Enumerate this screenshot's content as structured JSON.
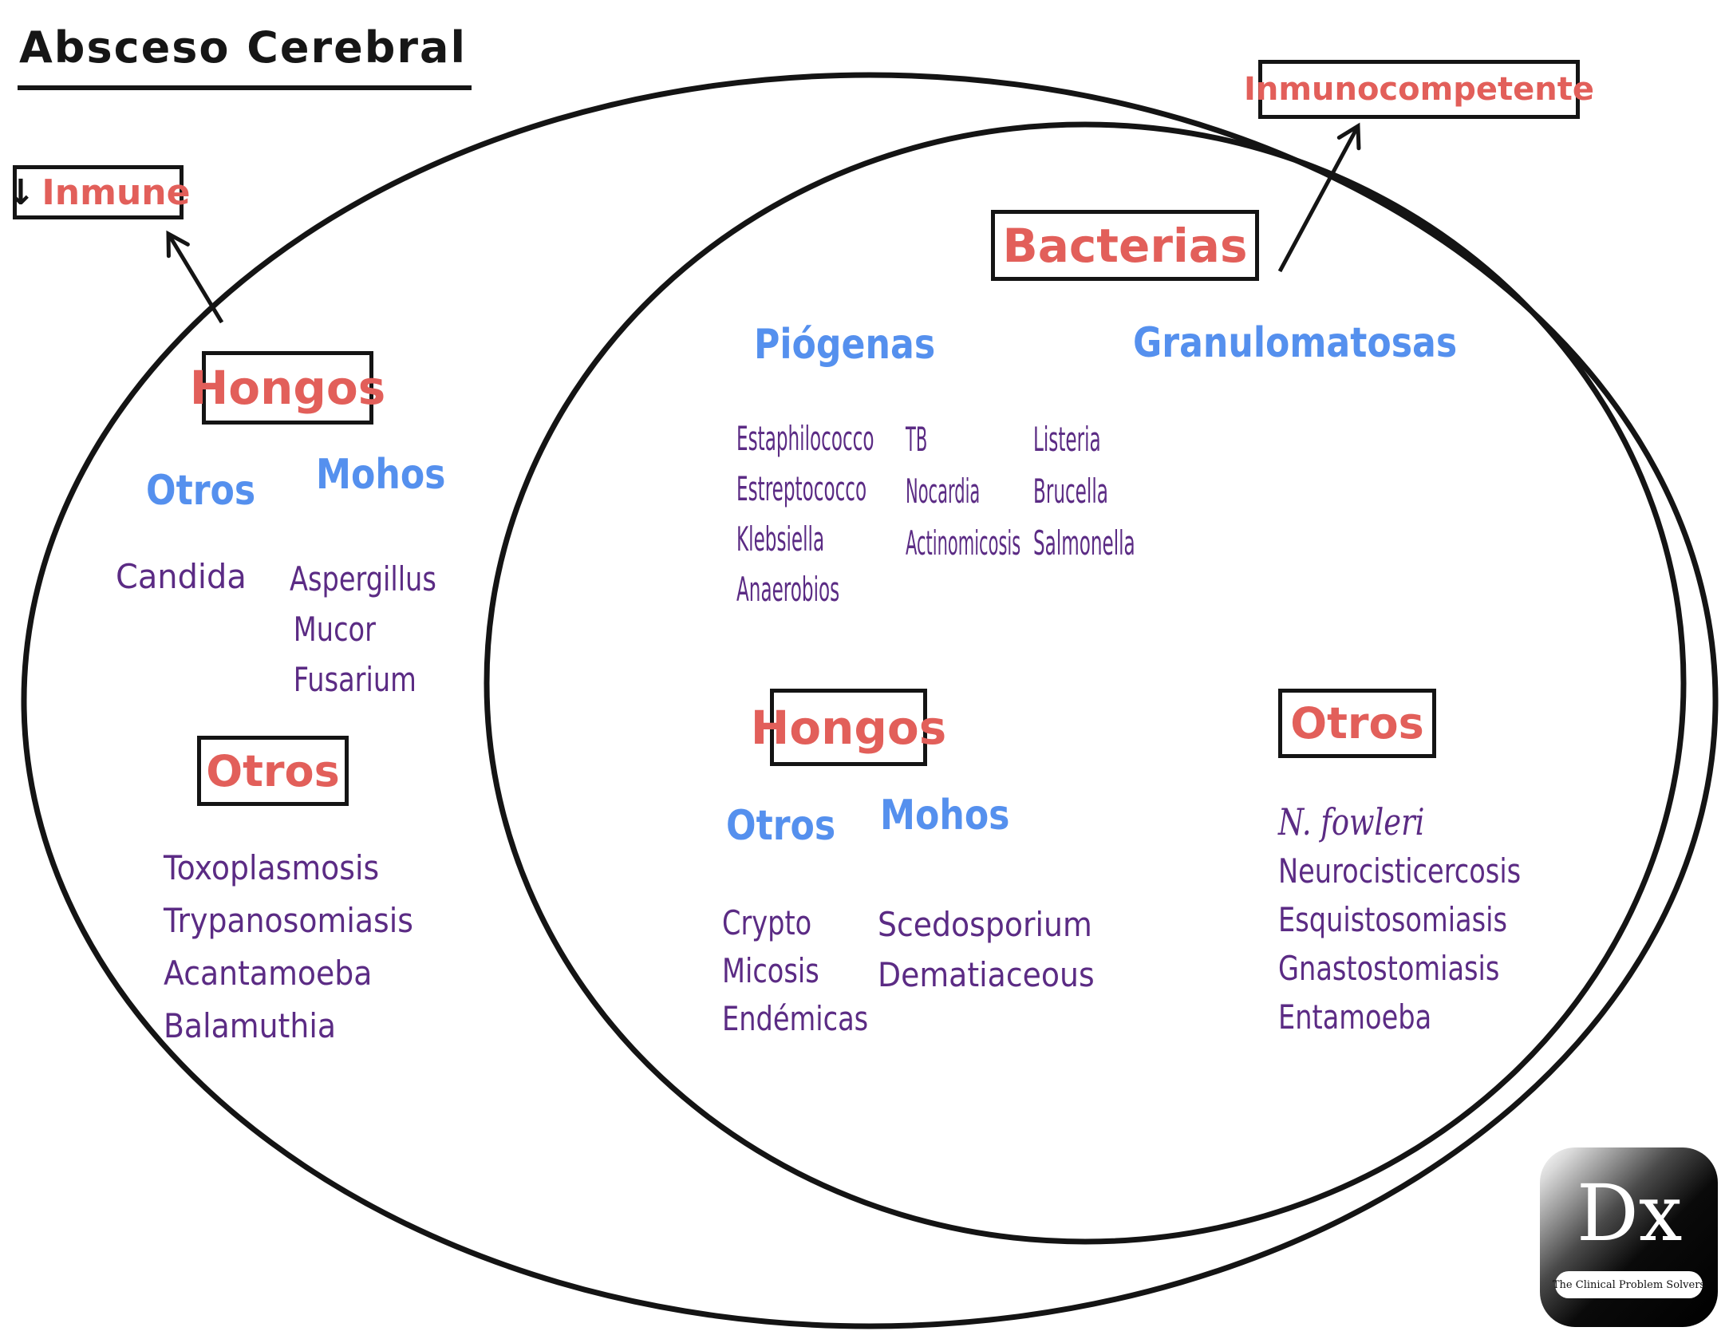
{
  "title": "Absceso Cerebral",
  "colors": {
    "red": "#E25F5A",
    "blue": "#5590EE",
    "purple": "#5B2B84",
    "ink": "#161616"
  },
  "callouts": {
    "immunosuppressed": {
      "arrow": "↓",
      "label": "Inmune"
    },
    "immunocompetent": {
      "label": "Inmunocompetente"
    }
  },
  "outer_only": {
    "hongos": {
      "header": "Hongos",
      "otros_label": "Otros",
      "mohos_label": "Mohos",
      "otros_items": [
        "Candida"
      ],
      "mohos_items": [
        "Aspergillus",
        "Mucor",
        "Fusarium"
      ]
    },
    "otros": {
      "header": "Otros",
      "items": [
        "Toxoplasmosis",
        "Trypanosomiasis",
        "Acantamoeba",
        "Balamuthia"
      ]
    }
  },
  "inner": {
    "bacterias": {
      "header": "Bacterias",
      "piogenas_label": "Piógenas",
      "granulomatosas_label": "Granulomatosas",
      "piogenas_items": [
        "Estaphilococco",
        "Estreptococco",
        "Klebsiella",
        "Anaerobios"
      ],
      "granulomatosas_col1": [
        "TB",
        "Nocardia",
        "Actinomicosis"
      ],
      "granulomatosas_col2": [
        "Listeria",
        "Brucella",
        "Salmonella"
      ]
    },
    "hongos": {
      "header": "Hongos",
      "otros_label": "Otros",
      "mohos_label": "Mohos",
      "otros_items": [
        "Crypto",
        "Micosis",
        "Endémicas"
      ],
      "mohos_items": [
        "Scedosporium",
        "Dematiaceous"
      ]
    },
    "otros": {
      "header": "Otros",
      "items": [
        "N. fowleri",
        "Neurocisticercosis",
        "Esquistosomiasis",
        "Gnastostomiasis",
        "Entamoeba"
      ]
    }
  },
  "logo": {
    "monogram": "Dx",
    "tagline": "The Clinical Problem Solvers"
  }
}
